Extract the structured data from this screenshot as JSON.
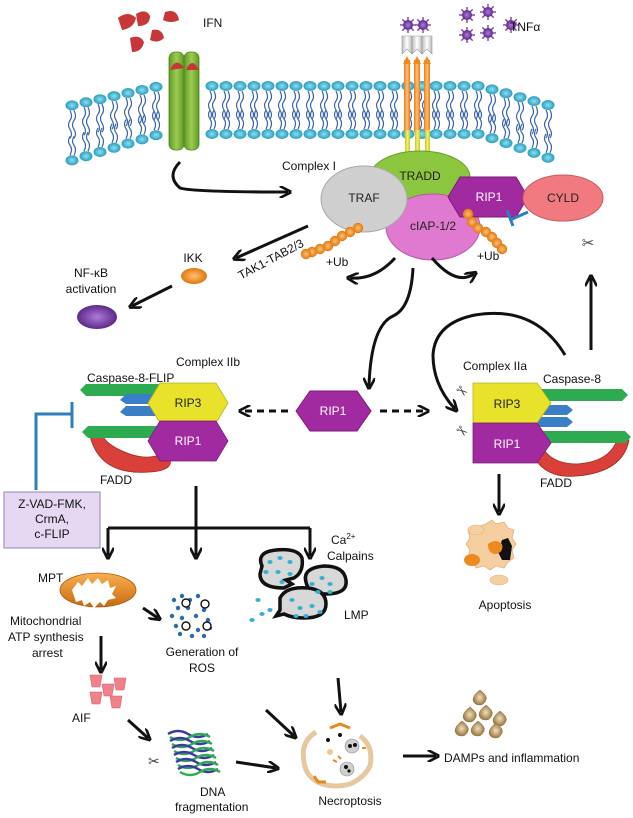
{
  "ligands": {
    "ifn": "IFN",
    "tnf": "TNFα"
  },
  "complex_i": {
    "title": "Complex I",
    "traf": "TRAF",
    "tradd": "TRADD",
    "rip1": "RIP1",
    "ciap": "cIAP-1/2",
    "ub_left": "+Ub",
    "ub_right": "+Ub"
  },
  "cyld": "CYLD",
  "nfkb_path": {
    "tak": "TAK1-TAB2/3",
    "ikk": "IKK",
    "nfkb_line1": "NF-κB",
    "nfkb_line2": "activation"
  },
  "center_rip1": "RIP1",
  "complex_iib": {
    "title": "Complex IIb",
    "caspase": "Caspase-8-FLIP",
    "rip3": "RIP3",
    "rip1": "RIP1",
    "fadd": "FADD"
  },
  "complex_iia": {
    "title": "Complex IIa",
    "caspase": "Caspase-8",
    "rip3": "RIP3",
    "rip1": "RIP1",
    "fadd": "FADD"
  },
  "inhibitors": {
    "line1": "Z-VAD-FMK,",
    "line2": "CrmA,",
    "line3": "c-FLIP"
  },
  "outcomes": {
    "apoptosis": "Apoptosis",
    "mpt": "MPT",
    "mito_line1": "Mitochondrial",
    "mito_line2": "ATP synthesis",
    "mito_line3": "arrest",
    "ros_line1": "Generation of",
    "ros_line2": "ROS",
    "ca": "Ca",
    "ca_sup": "2+",
    "calpains": "Calpains",
    "lmp": "LMP",
    "aif": "AIF",
    "dna_line1": "DNA",
    "dna_line2": "fragmentation",
    "necroptosis": "Necroptosis",
    "damps": "DAMPs and inflammation"
  },
  "colors": {
    "membrane_head": "#3ab0cf",
    "membrane_tail": "#3a64a8",
    "ifn_receptor": "#7fb83a",
    "ifn": "#c9363a",
    "tnf": "#7b3ea8",
    "rip1": "#a22aa0",
    "rip3": "#e8e22a",
    "tradd": "#8cc63f",
    "traf": "#cccccc",
    "ciap": "#e07ad0",
    "cyld": "#f07a80",
    "ub": "#f09020",
    "nfkb": "#8a5cc6",
    "caspase": "#2eaa50",
    "flip": "#3a7ec6",
    "fadd": "#d9403a",
    "inhibitor_box": "#e6d8f2",
    "inhibition_line": "#2e7dbd"
  }
}
